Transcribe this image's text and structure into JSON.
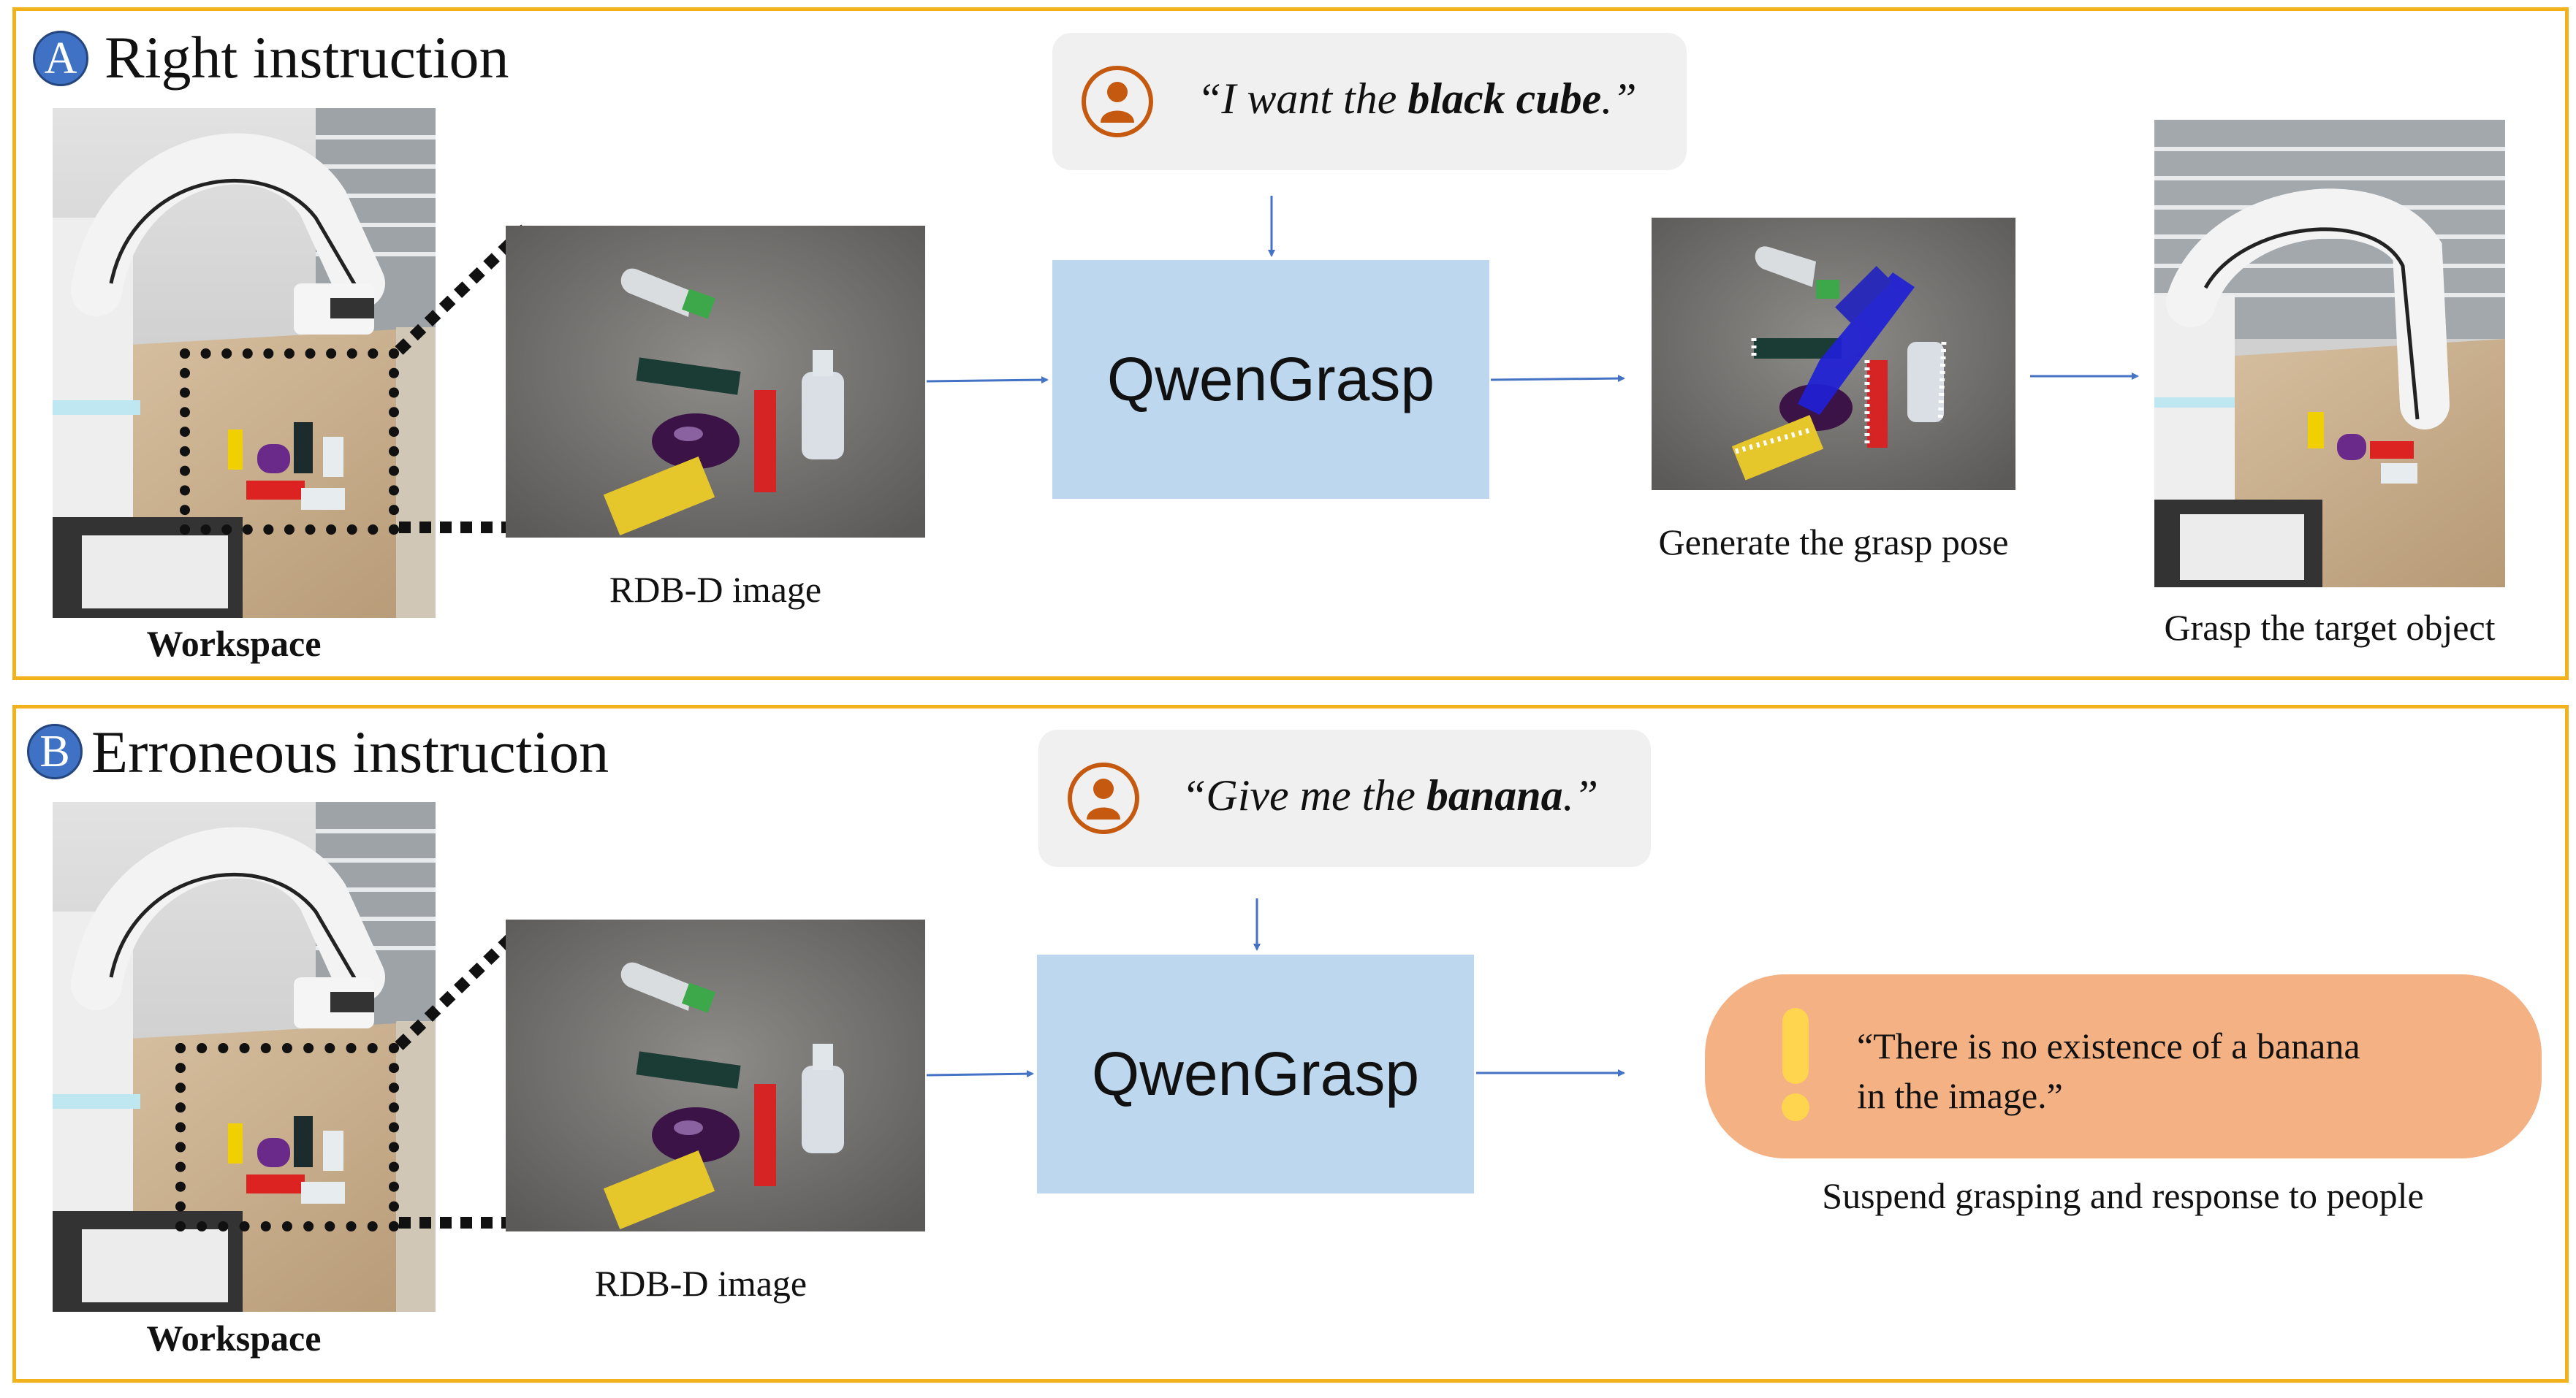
{
  "panels": {
    "a": {
      "badge": "A",
      "title": "Right instruction",
      "workspace_label": "Workspace",
      "rgbd_label": "RDB-D image",
      "quote_open": "“I want the ",
      "quote_bold": "black cube",
      "quote_close": ".”",
      "model": "QwenGrasp",
      "pose_label": "Generate the grasp pose",
      "result_label": "Grasp the target object"
    },
    "b": {
      "badge": "B",
      "title": "Erroneous instruction",
      "workspace_label": "Workspace",
      "rgbd_label": "RDB-D image",
      "quote_open": "“Give me the ",
      "quote_bold": "banana",
      "quote_close": ".”",
      "model": "QwenGrasp",
      "response_line1": "“There is no existence of a banana",
      "response_line2": "in the image.”",
      "response_label": "Suspend grasping and response to people"
    }
  },
  "icons": {
    "user": "user-icon",
    "warning": "exclamation-icon",
    "arrow": "arrow-right-icon"
  },
  "colors": {
    "border": "#f2b21c",
    "badge": "#3f72c4",
    "model_box": "#bdd7ee",
    "quote_box": "#f0f0f0",
    "user_icon": "#c5590f",
    "warning_box": "#f4b183",
    "warning_icon": "#ffd54f",
    "arrow": "#4472c4"
  }
}
